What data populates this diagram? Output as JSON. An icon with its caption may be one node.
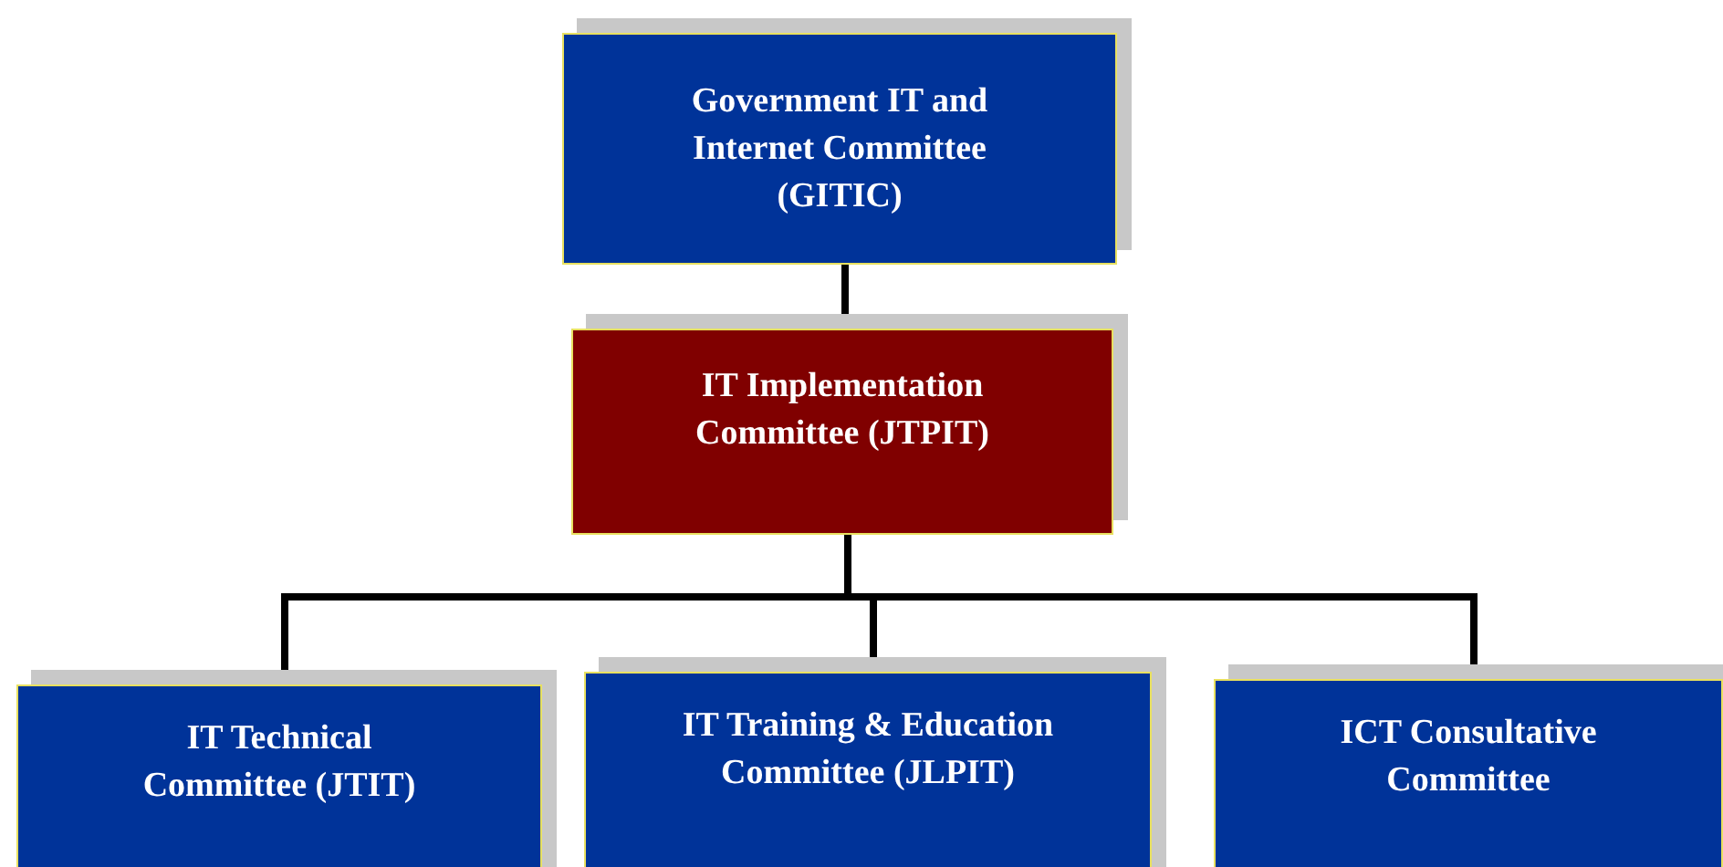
{
  "diagram": {
    "nodes": [
      {
        "text": [
          "Government IT and Internet Committee (GITIC)"
        ]
      },
      {
        "text": [
          "IT Implementation Committee (JTPIT)"
        ]
      },
      {
        "text": [
          "IT Technical Committee (JTIT)"
        ]
      },
      {
        "text": [
          "IT Training & Education Committee (JLPIT)"
        ]
      },
      {
        "text": [
          "ICT Consultative Committee"
        ]
      }
    ],
    "edges": [
      {
        "from": 0,
        "to": 1,
        "arrow": "none"
      },
      {
        "from": 1,
        "to": 2,
        "arrow": "none"
      },
      {
        "from": 1,
        "to": 3,
        "arrow": "none"
      },
      {
        "from": 1,
        "to": 4,
        "arrow": "none"
      }
    ]
  }
}
